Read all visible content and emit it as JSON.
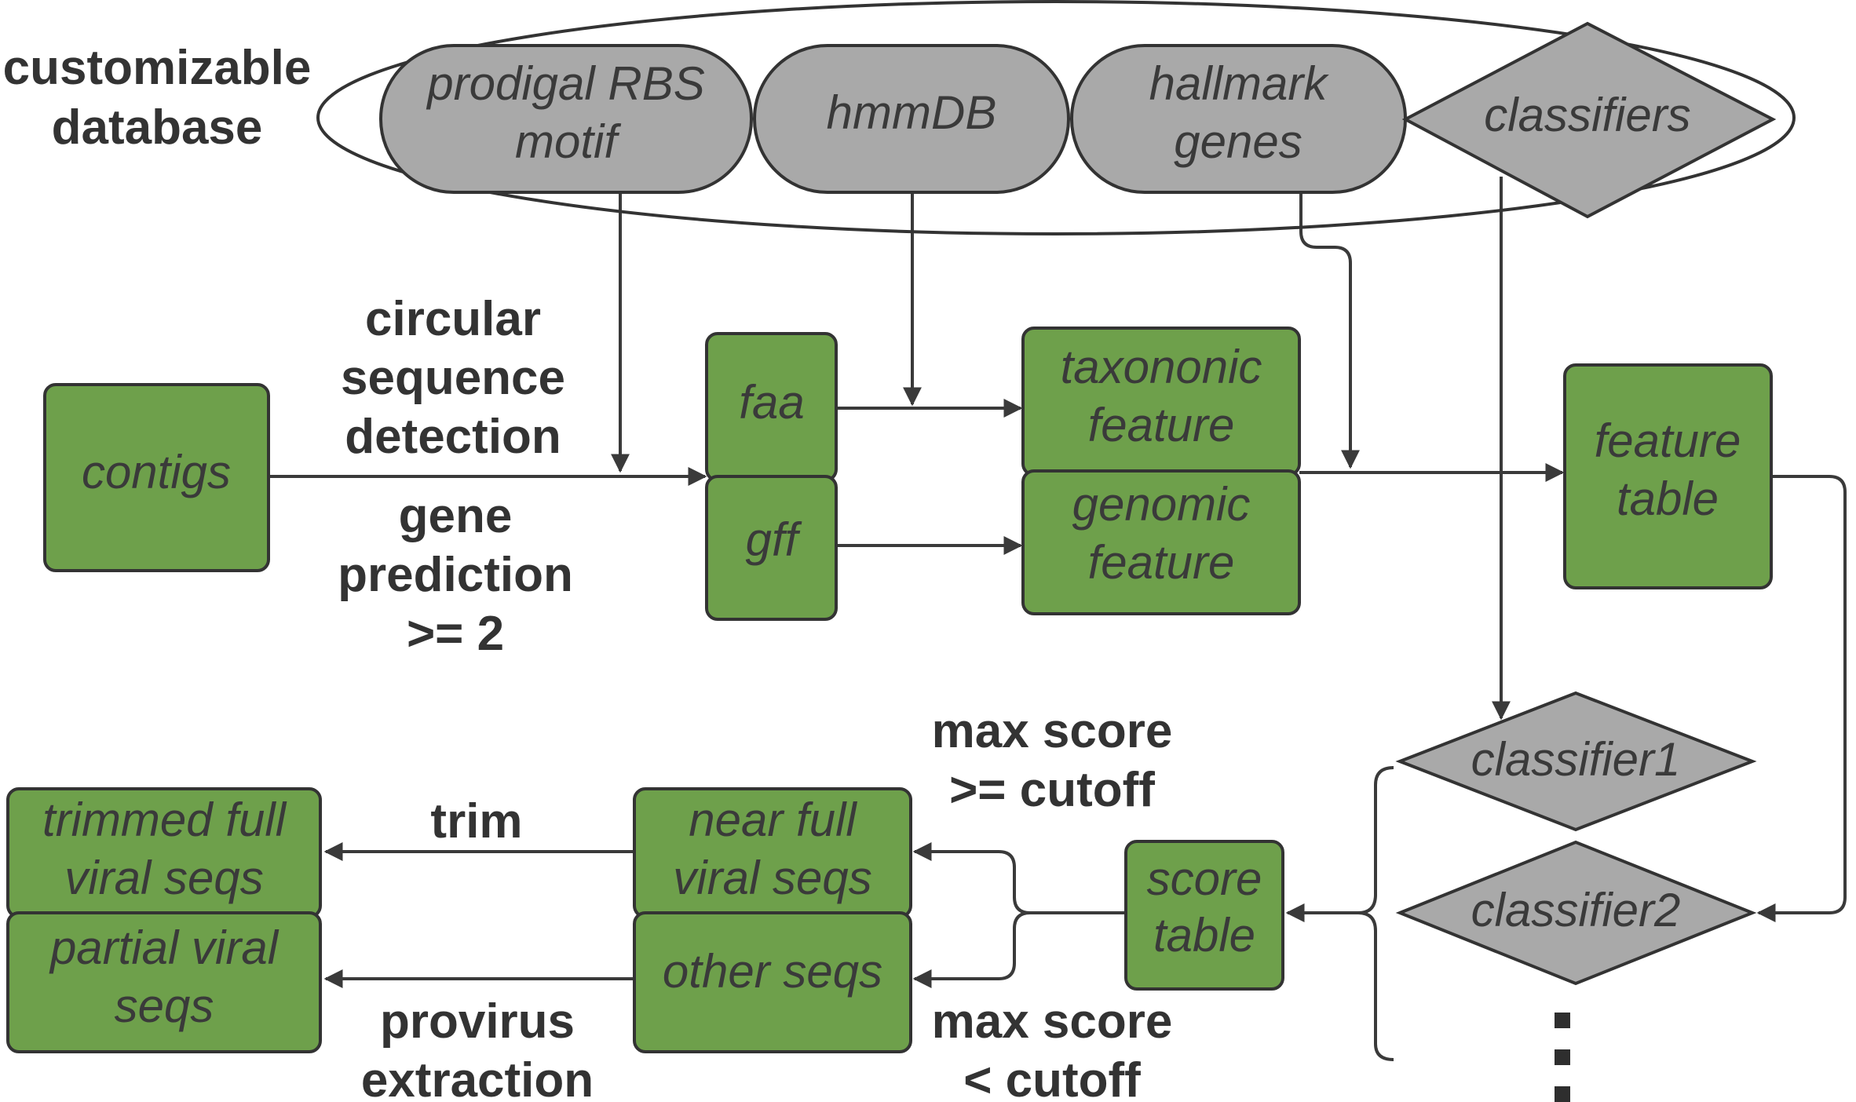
{
  "database": {
    "title": [
      "customizable",
      "database"
    ],
    "items": {
      "prodigal": [
        "prodigal RBS",
        "motif"
      ],
      "hmmdb": [
        "hmmDB"
      ],
      "hallmark": [
        "hallmark",
        "genes"
      ],
      "classifiers": [
        "classifiers"
      ]
    }
  },
  "boxes": {
    "contigs": [
      "contigs"
    ],
    "faa": [
      "faa"
    ],
    "gff": [
      "gff"
    ],
    "taxonomic": [
      "taxononic",
      "feature"
    ],
    "genomic": [
      "genomic",
      "feature"
    ],
    "feature_table": [
      "feature",
      "table"
    ],
    "classifier1": [
      "classifier1"
    ],
    "classifier2": [
      "classifier2"
    ],
    "score_table": [
      "score",
      "table"
    ],
    "near_full": [
      "near full",
      "viral seqs"
    ],
    "other_seqs": [
      "other seqs"
    ],
    "trimmed_full": [
      "trimmed full",
      "viral seqs"
    ],
    "partial_viral": [
      "partial viral",
      "seqs"
    ]
  },
  "labels": {
    "detection": [
      "circular",
      "sequence",
      "detection"
    ],
    "prediction": [
      "gene",
      "prediction",
      ">= 2"
    ],
    "max_high": [
      "max score",
      ">= cutoff"
    ],
    "max_low": [
      "max score",
      "< cutoff"
    ],
    "trim": [
      "trim"
    ],
    "provirus": [
      "provirus",
      "extraction"
    ]
  },
  "colors": {
    "box_fill": "#6ea04b",
    "db_fill": "#a9a9a9",
    "line": "#3a3a3a"
  }
}
